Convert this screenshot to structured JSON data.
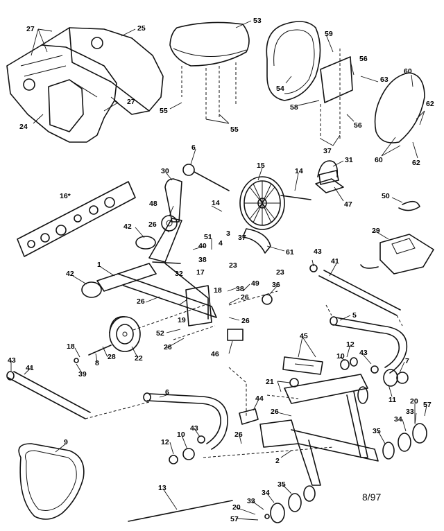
{
  "diagram": {
    "date_code": "8/97",
    "callouts": [
      {
        "id": "p27a",
        "text": "27"
      },
      {
        "id": "p25",
        "text": "25"
      },
      {
        "id": "p27b",
        "text": "27"
      },
      {
        "id": "p24",
        "text": "24"
      },
      {
        "id": "p53",
        "text": "53"
      },
      {
        "id": "p55a",
        "text": "55"
      },
      {
        "id": "p55b",
        "text": "55"
      },
      {
        "id": "p59",
        "text": "59"
      },
      {
        "id": "p56a",
        "text": "56"
      },
      {
        "id": "p63",
        "text": "63"
      },
      {
        "id": "p60a",
        "text": "60"
      },
      {
        "id": "p54",
        "text": "54"
      },
      {
        "id": "p58",
        "text": "58"
      },
      {
        "id": "p56b",
        "text": "56"
      },
      {
        "id": "p62a",
        "text": "62"
      },
      {
        "id": "p37a",
        "text": "37"
      },
      {
        "id": "p60b",
        "text": "60"
      },
      {
        "id": "p62b",
        "text": "62"
      },
      {
        "id": "p6",
        "text": "6"
      },
      {
        "id": "p30",
        "text": "30"
      },
      {
        "id": "p15",
        "text": "15"
      },
      {
        "id": "p14a",
        "text": "14"
      },
      {
        "id": "p31",
        "text": "31"
      },
      {
        "id": "p47",
        "text": "47"
      },
      {
        "id": "p50",
        "text": "50"
      },
      {
        "id": "p16",
        "text": "16*"
      },
      {
        "id": "p48",
        "text": "48"
      },
      {
        "id": "p14b",
        "text": "14"
      },
      {
        "id": "p42a",
        "text": "42"
      },
      {
        "id": "p26a",
        "text": "26"
      },
      {
        "id": "p51",
        "text": "51"
      },
      {
        "id": "p3",
        "text": "3"
      },
      {
        "id": "p37b",
        "text": "37"
      },
      {
        "id": "p40",
        "text": "40"
      },
      {
        "id": "p4",
        "text": "4"
      },
      {
        "id": "p61",
        "text": "61"
      },
      {
        "id": "p29",
        "text": "29"
      },
      {
        "id": "p1",
        "text": "1"
      },
      {
        "id": "p38a",
        "text": "38"
      },
      {
        "id": "p32",
        "text": "32"
      },
      {
        "id": "p17",
        "text": "17"
      },
      {
        "id": "p23a",
        "text": "23"
      },
      {
        "id": "p23b",
        "text": "23"
      },
      {
        "id": "p43a",
        "text": "43"
      },
      {
        "id": "p41a",
        "text": "41"
      },
      {
        "id": "p42b",
        "text": "42"
      },
      {
        "id": "p18a",
        "text": "18"
      },
      {
        "id": "p49",
        "text": "49"
      },
      {
        "id": "p38b",
        "text": "38"
      },
      {
        "id": "p36",
        "text": "36"
      },
      {
        "id": "p26b",
        "text": "26"
      },
      {
        "id": "p26c",
        "text": "26"
      },
      {
        "id": "p19",
        "text": "19"
      },
      {
        "id": "p5",
        "text": "5"
      },
      {
        "id": "p52",
        "text": "52"
      },
      {
        "id": "p26d",
        "text": "26"
      },
      {
        "id": "p26e",
        "text": "26"
      },
      {
        "id": "p22",
        "text": "22"
      },
      {
        "id": "p46",
        "text": "46"
      },
      {
        "id": "p18b",
        "text": "18"
      },
      {
        "id": "p8",
        "text": "8"
      },
      {
        "id": "p28",
        "text": "28"
      },
      {
        "id": "p39",
        "text": "39"
      },
      {
        "id": "p45",
        "text": "45"
      },
      {
        "id": "p12a",
        "text": "12"
      },
      {
        "id": "p10a",
        "text": "10"
      },
      {
        "id": "p43b",
        "text": "43"
      },
      {
        "id": "p7",
        "text": "7"
      },
      {
        "id": "p21",
        "text": "21"
      },
      {
        "id": "p11",
        "text": "11"
      },
      {
        "id": "p43c",
        "text": "43"
      },
      {
        "id": "p41b",
        "text": "41"
      },
      {
        "id": "p6b",
        "text": "6"
      },
      {
        "id": "p44",
        "text": "44"
      },
      {
        "id": "p20a",
        "text": "20"
      },
      {
        "id": "p57a",
        "text": "57"
      },
      {
        "id": "p33a",
        "text": "33"
      },
      {
        "id": "p34a",
        "text": "34"
      },
      {
        "id": "p35a",
        "text": "35"
      },
      {
        "id": "p26f",
        "text": "26"
      },
      {
        "id": "p43d",
        "text": "43"
      },
      {
        "id": "p12b",
        "text": "12"
      },
      {
        "id": "p10b",
        "text": "10"
      },
      {
        "id": "p26g",
        "text": "26"
      },
      {
        "id": "p2",
        "text": "2"
      },
      {
        "id": "p9",
        "text": "9"
      },
      {
        "id": "p13",
        "text": "13"
      },
      {
        "id": "p35b",
        "text": "35"
      },
      {
        "id": "p34b",
        "text": "34"
      },
      {
        "id": "p33b",
        "text": "33"
      },
      {
        "id": "p20b",
        "text": "20"
      },
      {
        "id": "p57b",
        "text": "57"
      }
    ]
  }
}
